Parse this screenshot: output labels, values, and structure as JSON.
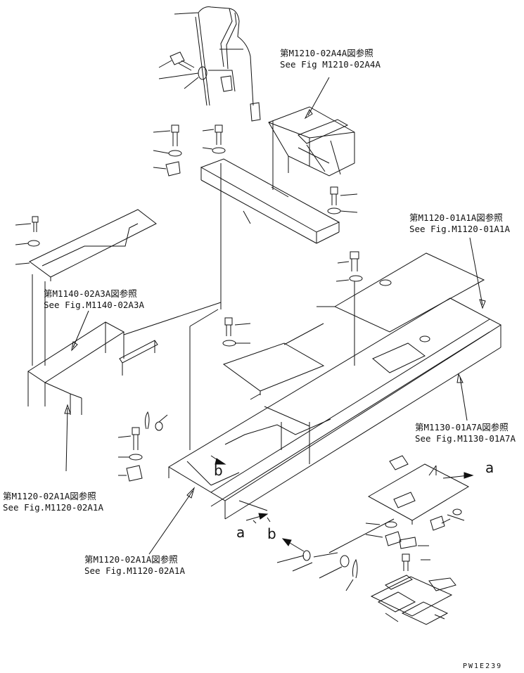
{
  "references": [
    {
      "jp": "第M1210-02A4A図参照",
      "en": "See Fig M1210-02A4A"
    },
    {
      "jp": "第M1120-01A1A図参照",
      "en": "See Fig.M1120-01A1A"
    },
    {
      "jp": "第M1140-02A3A図参照",
      "en": "See Fig.M1140-02A3A"
    },
    {
      "jp": "第M1130-01A7A図参照",
      "en": "See Fig.M1130-01A7A"
    },
    {
      "jp": "第M1120-02A1A図参照",
      "en": "See Fig.M1120-02A1A"
    },
    {
      "jp": "第M1120-02A1A図参照",
      "en": "See Fig.M1120-02A1A"
    }
  ],
  "markers": {
    "a": "a",
    "b": "b"
  },
  "drawing_code": "PW1E239"
}
